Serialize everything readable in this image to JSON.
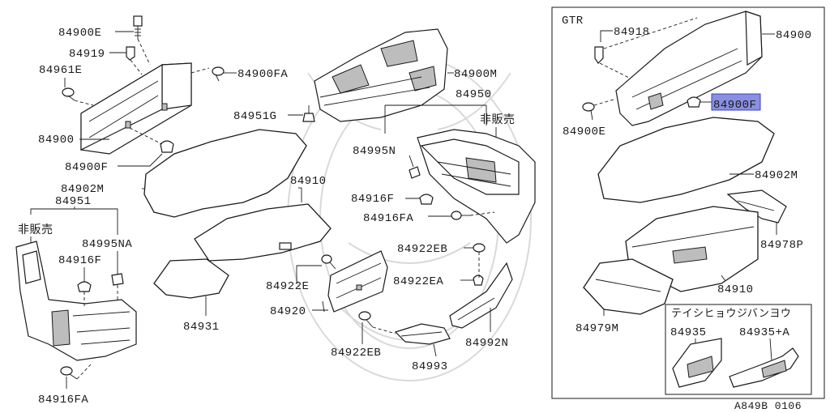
{
  "labels": {
    "p84900E_l": "84900E",
    "p84919": "84919",
    "p84961E": "84961E",
    "p84900FA_l": "84900FA",
    "p84900_l": "84900",
    "p84900F_l": "84900F",
    "p84902M_l": "84902M",
    "p84951G": "84951G",
    "p84900M": "84900M",
    "p84950": "84950",
    "hanbai_mid": "非販売",
    "p84995N": "84995N",
    "p84910_l": "84910",
    "p84916F_m": "84916F",
    "p84916FA_m": "84916FA",
    "p84951": "84951",
    "hanbai_left": "非販売",
    "p84995NA": "84995NA",
    "p84916F_l": "84916F",
    "p84922EB_t": "84922EB",
    "p84922E": "84922E",
    "p84922EA": "84922EA",
    "p84920": "84920",
    "p84931": "84931",
    "p84922EB_b": "84922EB",
    "p84993": "84993",
    "p84992N": "84992N",
    "p84916FA_l": "84916FA",
    "gtr": "GTR",
    "p84918": "84918",
    "p84900_r": "84900",
    "p84900F_r": "84900F",
    "p84900E_r": "84900E",
    "p84902M_r": "84902M",
    "p84978P": "84978P",
    "p84910_r": "84910",
    "p84979M": "84979M",
    "katakana_box": "テイシヒョウジバンヨウ",
    "p84935": "84935",
    "p84935A": "84935+A",
    "diagram_code": "A849B 0106"
  },
  "colors": {
    "line": "#1a1a1a",
    "highlight_fill": "#8a8fe0",
    "highlight_border": "#3c43b8",
    "watermark": "#d9d9d9"
  }
}
